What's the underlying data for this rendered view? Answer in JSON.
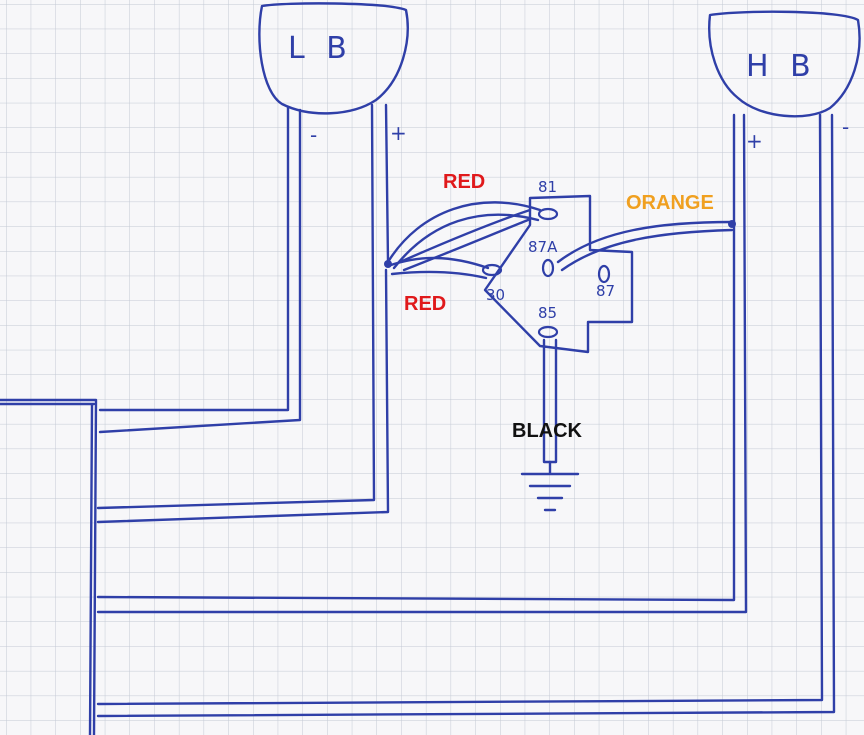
{
  "colors": {
    "paper": "#f7f7f9",
    "grid": "#c3c9d4",
    "ink": "#2f3fa8",
    "red_label": "#e0191b",
    "orange_label": "#f0a020",
    "black_label": "#111111"
  },
  "lamps": {
    "low_beam": {
      "text": "L B",
      "minus": "-",
      "plus": "+"
    },
    "high_beam": {
      "text": "H B",
      "minus": "-",
      "plus": "+"
    }
  },
  "relay": {
    "pins": {
      "p81": "81",
      "p87a": "87A",
      "p30": "30",
      "p87": "87",
      "p85": "85"
    }
  },
  "wire_labels": {
    "red_top": "RED",
    "red_bottom": "RED",
    "orange": "ORANGE",
    "black": "BLACK"
  },
  "icons": {
    "ground": "ground-symbol-icon"
  }
}
